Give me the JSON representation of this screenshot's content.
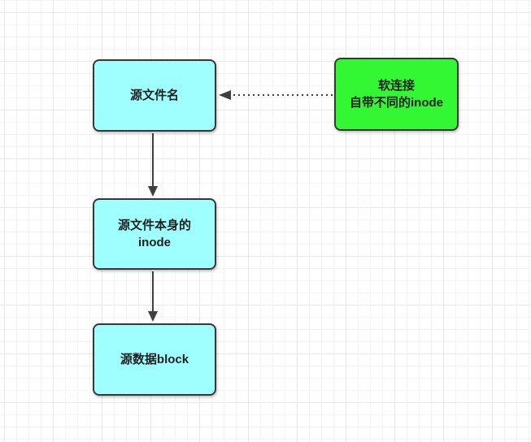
{
  "canvas": {
    "background_color": "#ffffff",
    "grid_minor_color": "#f4f4f4",
    "grid_major_color": "#e8e8e8"
  },
  "diagram": {
    "type": "flowchart",
    "nodes": {
      "source_filename": {
        "label": "源文件名",
        "fill": "#9FFFFF",
        "border": "#383838"
      },
      "soft_link": {
        "lines": [
          "软连接",
          "自带不同的inode"
        ],
        "fill": "#33F733",
        "border": "#383838"
      },
      "source_inode": {
        "lines": [
          "源文件本身的",
          "inode"
        ],
        "fill": "#9FFFFF",
        "border": "#383838"
      },
      "data_block": {
        "label": "源数据block",
        "fill": "#9FFFFF",
        "border": "#383838"
      }
    },
    "edges": [
      {
        "from": "source_filename",
        "to": "source_inode",
        "line_style": "solid",
        "arrow": "down"
      },
      {
        "from": "source_inode",
        "to": "data_block",
        "line_style": "solid",
        "arrow": "down"
      },
      {
        "from": "soft_link",
        "to": "source_filename",
        "line_style": "dotted",
        "arrow": "left"
      }
    ],
    "edge_color": "#3f3f3f"
  }
}
